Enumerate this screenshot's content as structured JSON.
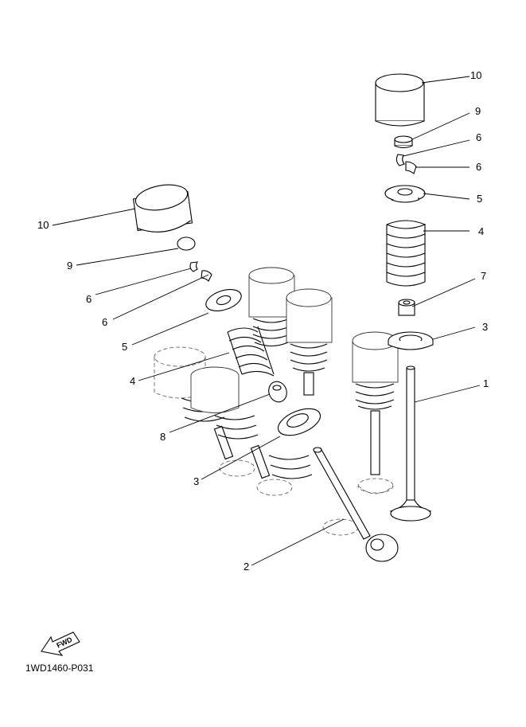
{
  "diagram": {
    "drawing_code": "1WD1460-P031",
    "fwd_label": "FWD",
    "callouts": {
      "r_lifter": "10",
      "r_pad": "9",
      "r_cotter_a": "6",
      "r_cotter_b": "6",
      "r_retainer": "5",
      "r_spring": "4",
      "r_seal": "7",
      "r_seat": "3",
      "r_valve": "1",
      "l_lifter": "10",
      "l_pad": "9",
      "l_cotter_a": "6",
      "l_cotter_b": "6",
      "l_retainer": "5",
      "l_spring": "4",
      "l_seal": "8",
      "l_seat": "3",
      "l_valve": "2"
    }
  }
}
